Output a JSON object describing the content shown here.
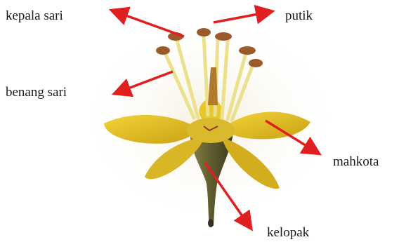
{
  "labels": {
    "kepala_sari": "kepala sari",
    "putik": "putik",
    "benang_sari": "benang sari",
    "mahkota": "mahkota",
    "kelopak": "kelopak"
  },
  "colors": {
    "arrow": "#e02020",
    "petal": "#e8c62a",
    "stamen": "#efe08a",
    "anther": "#9a5a2a",
    "stem": "#6e6a3a"
  }
}
